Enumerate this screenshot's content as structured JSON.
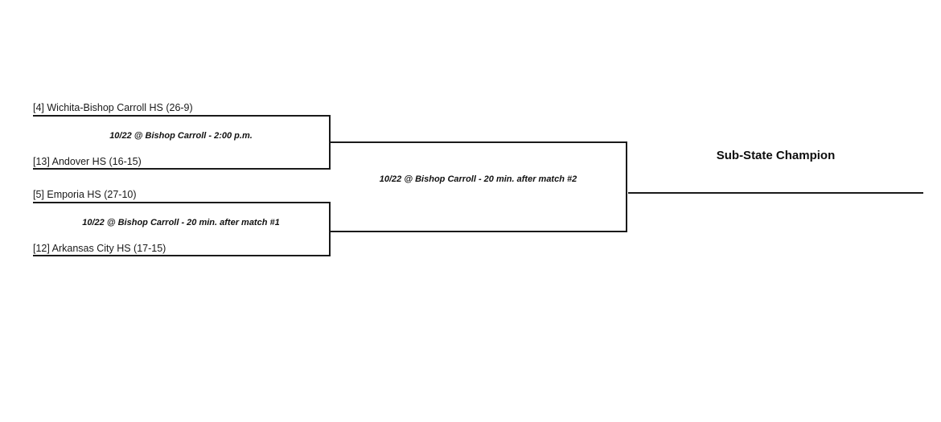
{
  "bracket": {
    "title_text": "Sub-State Champion",
    "round1": {
      "matches": [
        {
          "name": "match-1",
          "top_team": "[4] Wichita-Bishop Carroll HS (26-9)",
          "bottom_team": "[13] Andover HS (16-15)",
          "info": "10/22 @ Bishop Carroll - 2:00 p.m."
        },
        {
          "name": "match-2",
          "top_team": "[5] Emporia HS (27-10)",
          "bottom_team": "[12] Arkansas City HS (17-15)",
          "info": "10/22 @ Bishop Carroll - 20 min. after match #1"
        }
      ]
    },
    "round2": {
      "match": {
        "name": "semifinal",
        "info": "10/22 @ Bishop Carroll - 20 min. after match #2"
      }
    },
    "final": {
      "champion_heading": "Sub-State Champion"
    }
  }
}
